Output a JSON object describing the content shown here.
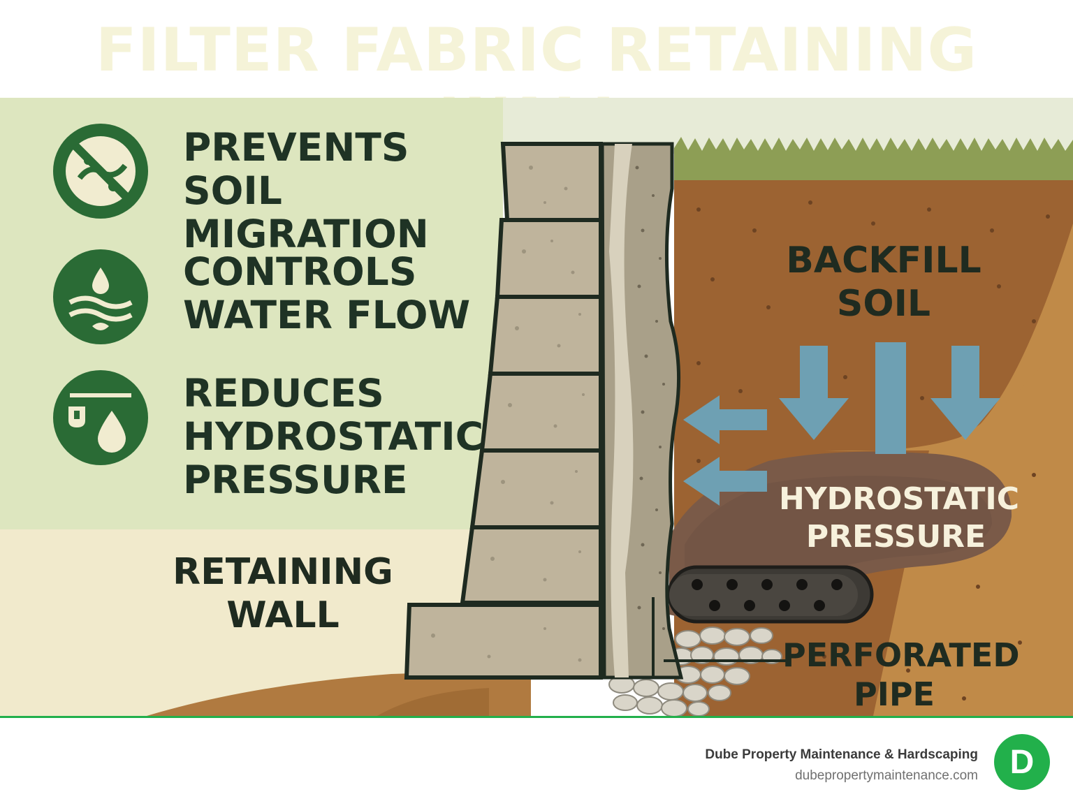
{
  "title": "FILTER FABRIC RETAINING WALL",
  "features": [
    {
      "icon": "no-soil-icon",
      "lines": [
        "PREVENTS",
        "SOIL MIGRATION"
      ]
    },
    {
      "icon": "water-flow-icon",
      "lines": [
        "CONTROLS",
        "WATER FLOW"
      ]
    },
    {
      "icon": "water-drop-pressure-icon",
      "lines": [
        "REDUCES",
        "HYDROSTATIC",
        "PRESSURE"
      ]
    }
  ],
  "labels": {
    "retaining_wall": [
      "RETAINING",
      "WALL"
    ],
    "backfill_soil": [
      "BACKFILL",
      "SOIL"
    ],
    "hydrostatic_pressure": [
      "HYDROSTATIC",
      "PRESSURE"
    ],
    "perforated_pipe": [
      "PERFORATED",
      "PIPE"
    ]
  },
  "footer": {
    "company": "Dube Property Maintenance & Hardscaping",
    "url": "dubepropertymaintenance.com",
    "logo_letter": "D"
  },
  "colors": {
    "accent_green": "#22b04b",
    "icon_green": "#2a6b35",
    "panel_green": "#dde6bf",
    "soil_brown": "#9c6332",
    "arrow_blue": "#6ea0b3"
  }
}
